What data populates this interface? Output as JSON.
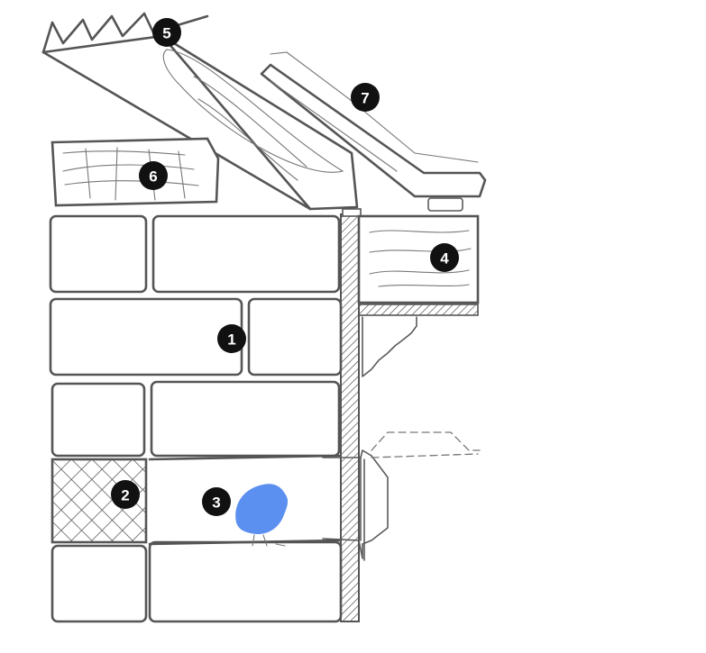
{
  "markers": {
    "m1": "1",
    "m2": "2",
    "m3": "3",
    "m4": "4",
    "m5": "5",
    "m6": "6",
    "m7": "7"
  },
  "colors": {
    "stroke": "#555555",
    "marker_fill": "#111111",
    "marker_text": "#ffffff",
    "bird": "#5b8ff0"
  }
}
